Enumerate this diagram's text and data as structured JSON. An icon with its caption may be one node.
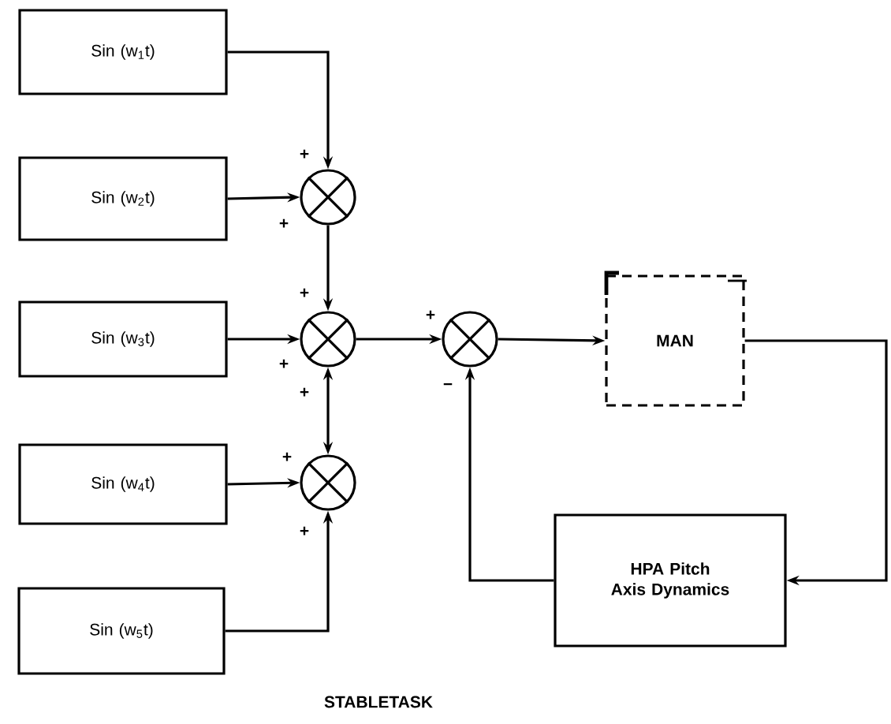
{
  "diagram": {
    "caption": "STABLETASK",
    "nodes": [
      {
        "text": [
          "Sin (w$_{1}$t)"
        ]
      },
      {
        "text": [
          "Sin (w$_{2}$t)"
        ]
      },
      {
        "text": [
          "Sin (w$_{3}$t)"
        ]
      },
      {
        "text": [
          "Sin (w$_{4}$t)"
        ]
      },
      {
        "text": [
          "Sin (w$_{5}$t)"
        ]
      },
      {
        "text": [],
        "shape": "circle"
      },
      {
        "text": [],
        "shape": "circle"
      },
      {
        "text": [],
        "shape": "circle"
      },
      {
        "text": [],
        "shape": "circle"
      },
      {
        "text": [
          "MAN"
        ]
      },
      {
        "text": [
          "HPA Pitch Axis Dynamics"
        ]
      }
    ],
    "edges": [
      {
        "from": 0,
        "to": 5,
        "arrow": "to"
      },
      {
        "from": 1,
        "to": 5,
        "arrow": "to"
      },
      {
        "from": 5,
        "to": 6,
        "arrow": "to"
      },
      {
        "from": 2,
        "to": 6,
        "arrow": "to"
      },
      {
        "from": 7,
        "to": 6,
        "arrow": "both"
      },
      {
        "from": 3,
        "to": 7,
        "arrow": "to"
      },
      {
        "from": 4,
        "to": 7,
        "arrow": "to"
      },
      {
        "from": 6,
        "to": 8,
        "arrow": "to"
      },
      {
        "from": 8,
        "to": 9,
        "arrow": "to"
      },
      {
        "from": 9,
        "to": 10,
        "arrow": "to"
      },
      {
        "from": 10,
        "to": 8,
        "arrow": "to"
      }
    ],
    "labels": [
      "+",
      "+",
      "+",
      "+",
      "+",
      "−",
      "+",
      "+",
      "+"
    ]
  }
}
